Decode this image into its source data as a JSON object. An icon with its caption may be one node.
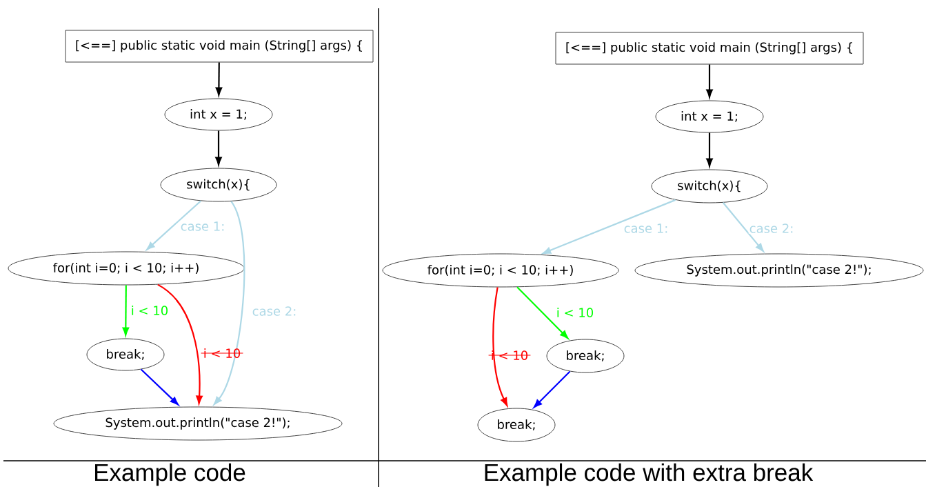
{
  "diagram": {
    "nodes": [
      {
        "text": [
          "[<==] public static void main (String[] args) {"
        ]
      },
      {
        "text": [
          "int x = 1;"
        ]
      },
      {
        "text": [
          "switch(x){"
        ]
      },
      {
        "text": [
          "for(int i=0; i < 10; i++)"
        ]
      },
      {
        "text": [
          "break;"
        ]
      },
      {
        "text": [
          "System.out.println(\"case 2!\");"
        ]
      },
      {
        "text": [
          "[<==] public static void main (String[] args) {"
        ]
      },
      {
        "text": [
          "int x = 1;"
        ]
      },
      {
        "text": [
          "switch(x){"
        ]
      },
      {
        "text": [
          "for(int i=0; i < 10; i++)"
        ]
      },
      {
        "text": [
          "System.out.println(\"case 2!\");"
        ]
      },
      {
        "text": [
          "break;"
        ]
      },
      {
        "text": [
          "break;"
        ]
      }
    ],
    "edges": [
      {
        "from": 0,
        "to": 1,
        "arrow": "to"
      },
      {
        "from": 1,
        "to": 2,
        "arrow": "to"
      },
      {
        "from": 2,
        "to": 3,
        "arrow": "to",
        "label": "case 1:",
        "color": "#add8e6"
      },
      {
        "from": 2,
        "to": 5,
        "arrow": "to",
        "label": "case 2:",
        "color": "#add8e6"
      },
      {
        "from": 3,
        "to": 4,
        "arrow": "to",
        "label": "i < 10",
        "color": "#00ff00"
      },
      {
        "from": 3,
        "to": 5,
        "arrow": "to",
        "label": "i < 10",
        "color": "#ff0000"
      },
      {
        "from": 4,
        "to": 5,
        "arrow": "to",
        "color": "#0000ff"
      },
      {
        "from": 6,
        "to": 7,
        "arrow": "to"
      },
      {
        "from": 7,
        "to": 8,
        "arrow": "to"
      },
      {
        "from": 8,
        "to": 9,
        "arrow": "to",
        "label": "case 1:",
        "color": "#add8e6"
      },
      {
        "from": 8,
        "to": 10,
        "arrow": "to",
        "label": "case 2:",
        "color": "#add8e6"
      },
      {
        "from": 9,
        "to": 11,
        "arrow": "to",
        "label": "i < 10",
        "color": "#00ff00"
      },
      {
        "from": 9,
        "to": 12,
        "arrow": "to",
        "label": "i < 10",
        "color": "#ff0000"
      },
      {
        "from": 11,
        "to": 12,
        "arrow": "to",
        "color": "#0000ff"
      }
    ],
    "labels": [
      "Example code",
      "Example code with extra break"
    ]
  }
}
